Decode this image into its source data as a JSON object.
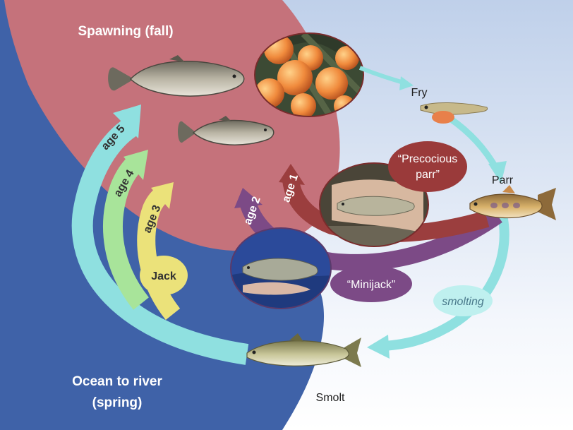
{
  "labels": {
    "spawning": "Spawning (fall)",
    "fry": "Fry",
    "parr": "Parr",
    "smolt": "Smolt",
    "ocean": [
      "Ocean to river",
      "(spring)"
    ],
    "precocious": [
      "“Precocious",
      "parr”"
    ],
    "minijack": "“Minijack”",
    "jack": "Jack",
    "smolting": "smolting",
    "age1": "age 1",
    "age2": "age 2",
    "age3": "age 3",
    "age4": "age 4",
    "age5": "age 5"
  },
  "colors": {
    "ocean": "#3f62a8",
    "spawning": "#c5727b",
    "sky_top": "#bfd0ea",
    "sky_bottom": "#ffffff",
    "age1_arrow": "#9b3e3e",
    "age2_arrow": "#7c4a86",
    "age3_arrow": "#ebe27a",
    "age4_arrow": "#a8e49a",
    "age5_arrow": "#8fe0e0",
    "smolting_arrow": "#8fe0e0",
    "precocious_bubble": "#9a3a3a",
    "minijack_bubble": "#7c4a86",
    "jack_bubble": "#ebe27a",
    "smolting_bubble": "#bff0ef"
  },
  "icons": [
    "salmon-egg-cluster-photo",
    "fry-fish-icon",
    "parr-fish-icon",
    "smolt-fish-icon",
    "adult-salmon-icon",
    "precocious-parr-photo",
    "minijack-photo"
  ]
}
